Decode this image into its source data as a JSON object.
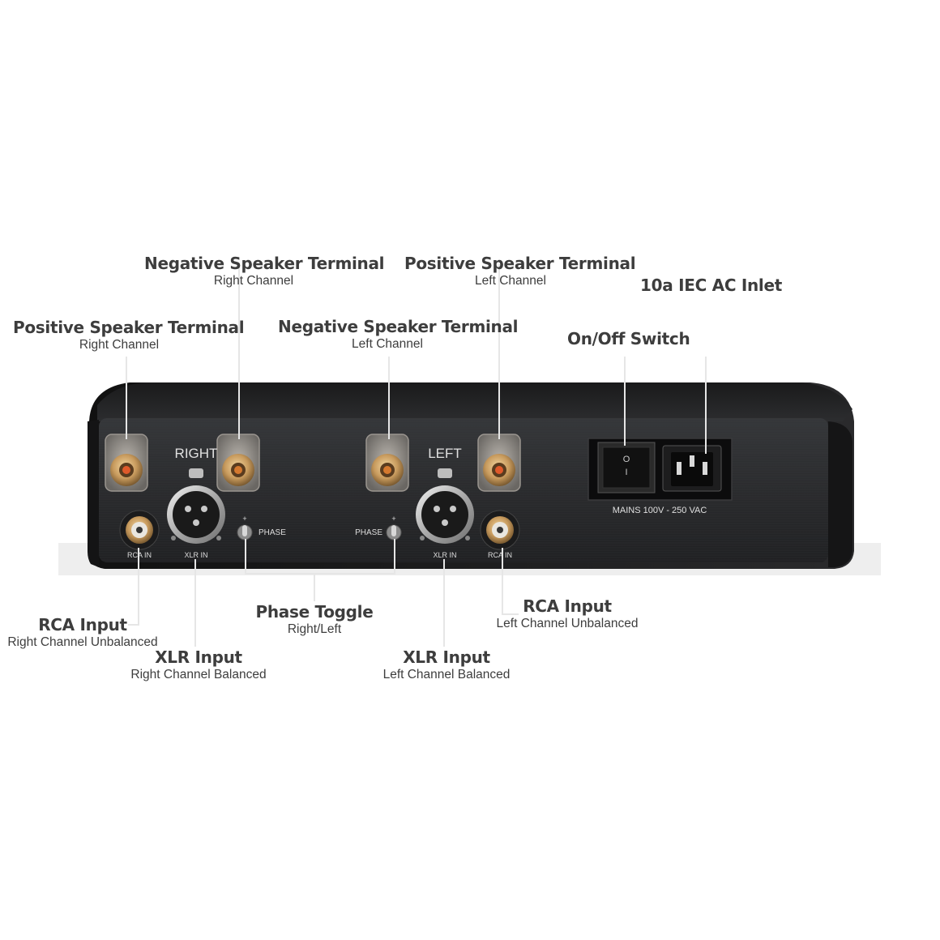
{
  "device": {
    "silk": {
      "right": "RIGHT",
      "left": "LEFT",
      "rca_in_r": "RCA IN",
      "xlr_in_r": "XLR IN",
      "phase_r": "PHASE",
      "phase_l": "PHASE",
      "xlr_in_l": "XLR IN",
      "rca_in_l": "RCA IN",
      "mains": "MAINS 100V - 250 VAC",
      "plus_r": "+",
      "plus_l": "+",
      "switch_off": "O",
      "switch_on": "I"
    }
  },
  "callouts": {
    "pos_right": {
      "title": "Positive Speaker Terminal",
      "sub": "Right Channel"
    },
    "neg_right": {
      "title": "Negative Speaker Terminal",
      "sub": "Right Channel"
    },
    "neg_left": {
      "title": "Negative Speaker Terminal",
      "sub": "Left Channel"
    },
    "pos_left": {
      "title": "Positive Speaker Terminal",
      "sub": "Left Channel"
    },
    "iec": {
      "title": "10a IEC AC Inlet",
      "sub": ""
    },
    "switch": {
      "title": "On/Off Switch",
      "sub": ""
    },
    "rca_right": {
      "title": "RCA Input",
      "sub": "Right Channel Unbalanced"
    },
    "xlr_right": {
      "title": "XLR Input",
      "sub": "Right Channel Balanced"
    },
    "phase": {
      "title": "Phase Toggle",
      "sub": "Right/Left"
    },
    "xlr_left": {
      "title": "XLR Input",
      "sub": "Left Channel Balanced"
    },
    "rca_left": {
      "title": "RCA Input",
      "sub": "Left Channel Unbalanced"
    }
  },
  "colors": {
    "chassis": "#2b2c2e",
    "leader": "#e6e6e6",
    "gold": "#c9a26a",
    "copper": "#d9773a",
    "label": "#3d3d3d"
  }
}
